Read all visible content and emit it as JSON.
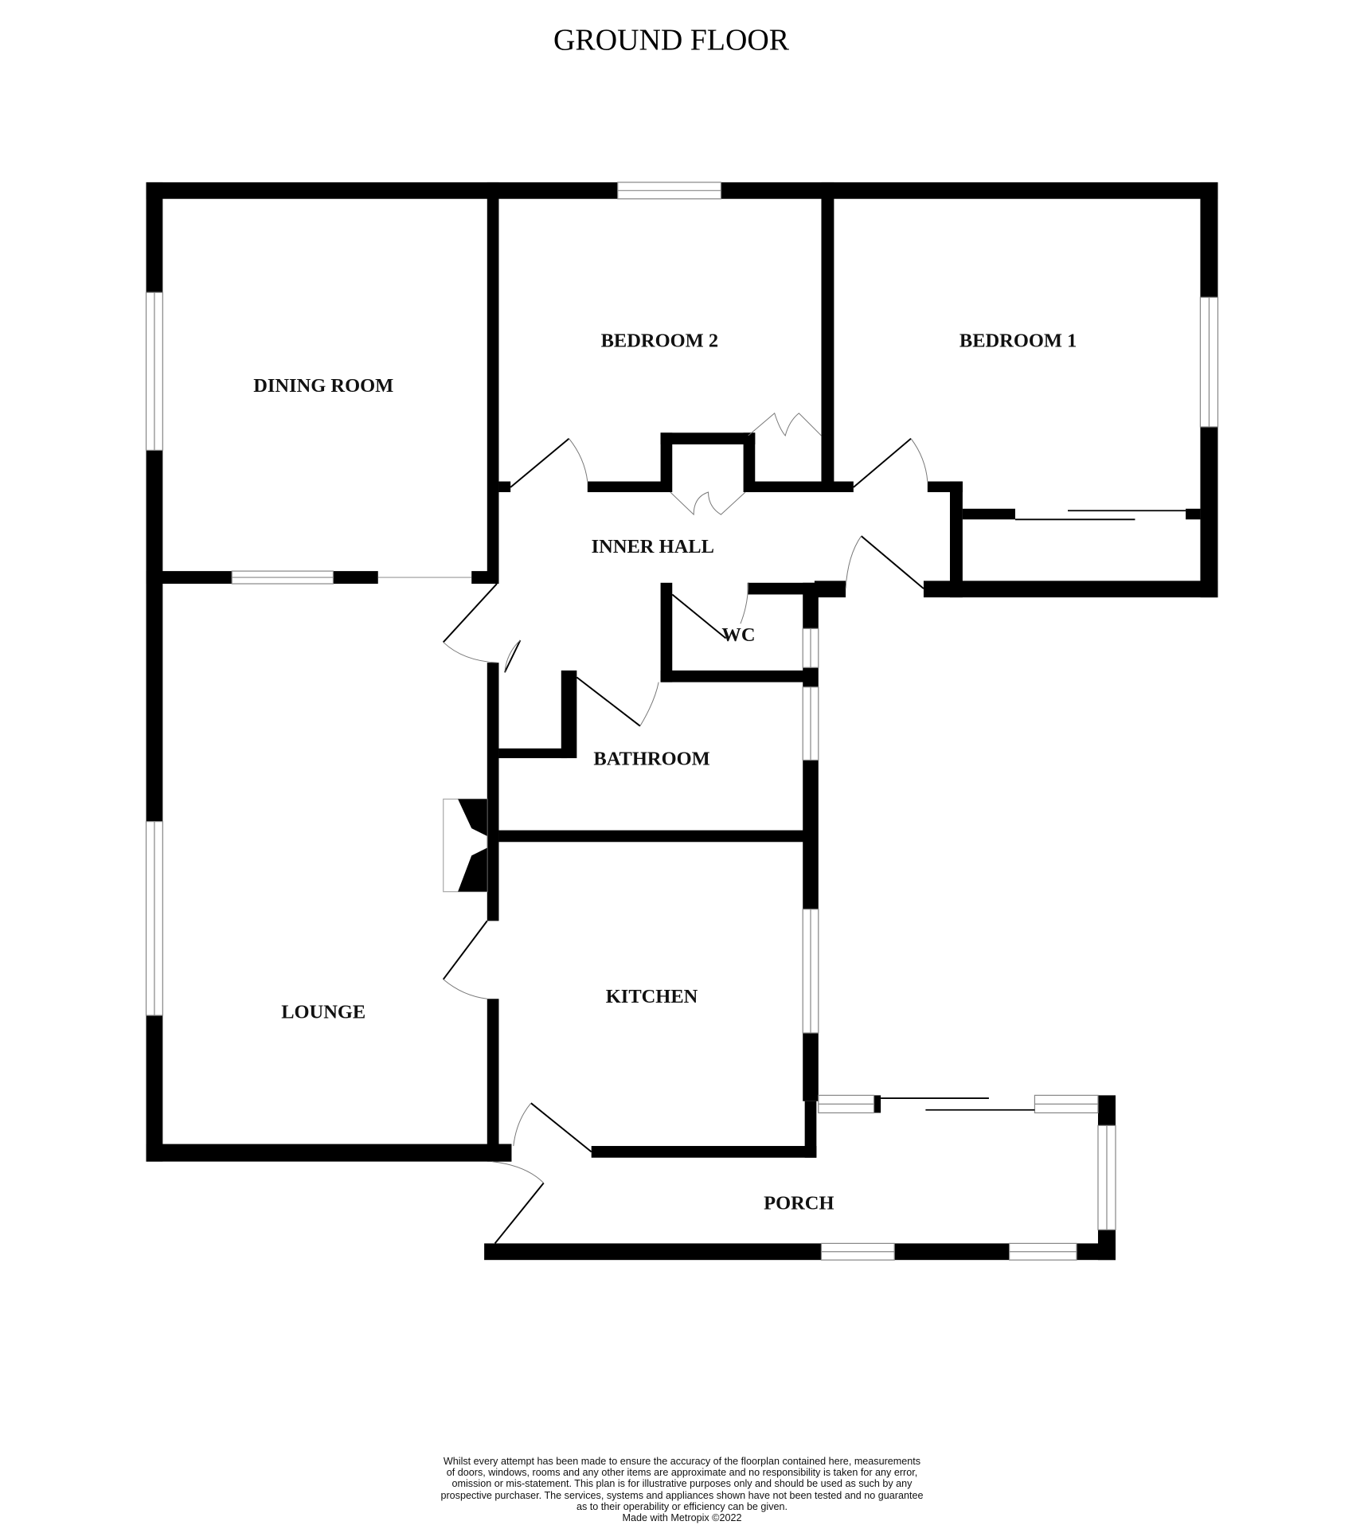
{
  "title": "GROUND FLOOR",
  "rooms": {
    "dining_room": "DINING ROOM",
    "bedroom_2": "BEDROOM 2",
    "bedroom_1": "BEDROOM 1",
    "inner_hall": "INNER HALL",
    "wc": "WC",
    "bathroom": "BATHROOM",
    "lounge": "LOUNGE",
    "kitchen": "KITCHEN",
    "porch": "PORCH"
  },
  "colors": {
    "wall": "#000000",
    "window_edge": "#888888"
  },
  "disclaimer": {
    "lines": [
      "Whilst every attempt has been made to ensure the accuracy of the floorplan contained here, measurements",
      "of doors, windows, rooms and any other items are approximate and no responsibility is taken for any error,",
      "omission or mis-statement. This plan is for illustrative purposes only and should be used as such by any",
      "prospective purchaser. The services, systems and appliances shown have not been tested and no guarantee",
      "as to their operability or efficiency can be given."
    ],
    "credit": "Made with Metropix ©2022"
  }
}
